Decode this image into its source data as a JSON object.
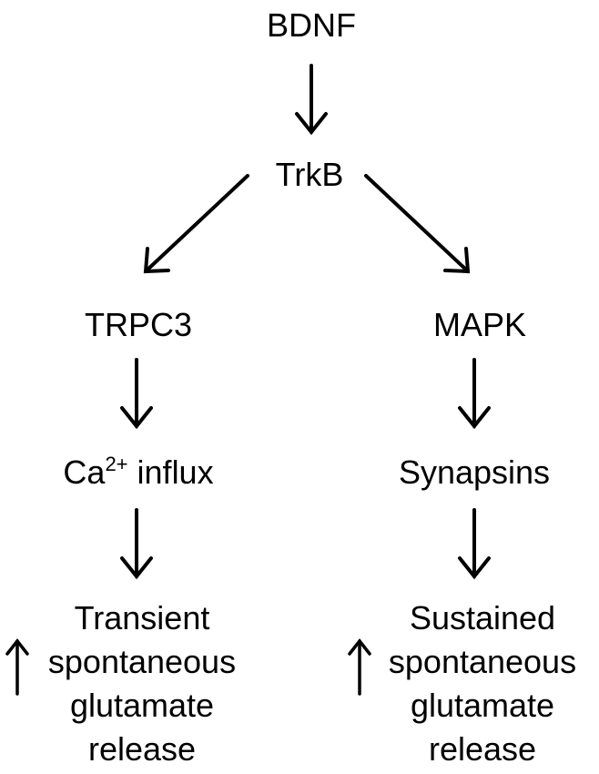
{
  "nodes": {
    "bdnf": "BDNF",
    "trkb": "TrkB",
    "trpc3": "TRPC3",
    "mapk": "MAPK",
    "ca_base": "Ca",
    "ca_sup": "2+",
    "ca_rest": " influx",
    "synapsins": "Synapsins"
  },
  "outcomes": {
    "left": [
      "Transient",
      "spontaneous",
      "glutamate",
      "release"
    ],
    "right": [
      "Sustained",
      "spontaneous",
      "glutamate",
      "release"
    ]
  },
  "icons": {
    "flow_arrow": "arrow-icon",
    "increase": "up-arrow-icon"
  },
  "colors": {
    "text": "#000000",
    "background": "#ffffff"
  }
}
